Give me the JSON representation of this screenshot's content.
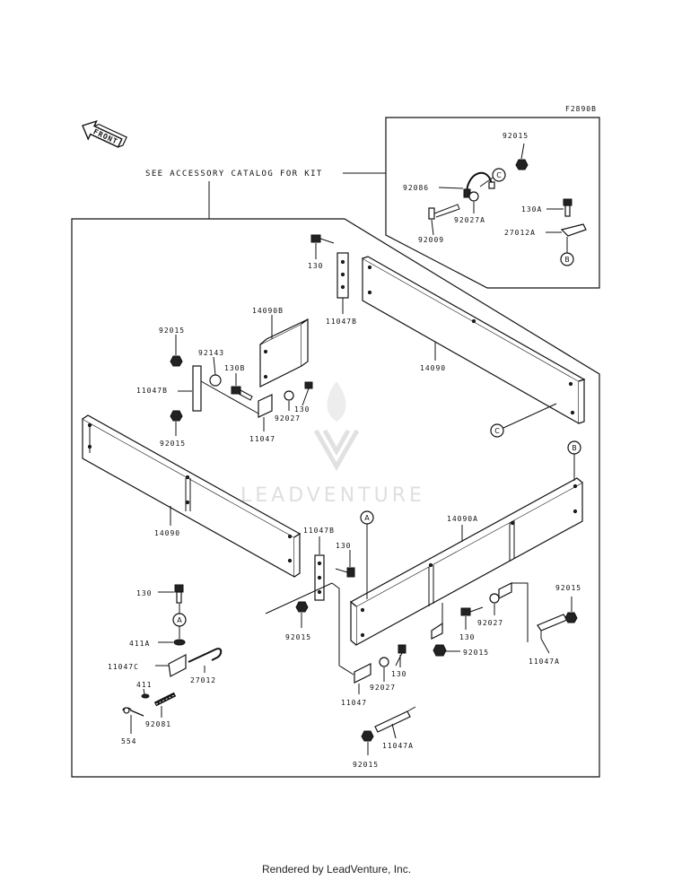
{
  "diagram": {
    "figure_code": "F2890B",
    "front_label": "FRONT",
    "note": "SEE ACCESSORY CATALOG FOR KIT",
    "watermark": "LEADVENTURE",
    "footer": "Rendered by LeadVenture, Inc.",
    "refs": {
      "a": "A",
      "b": "B",
      "c": "C"
    },
    "labels": {
      "p92015_inset": "92015",
      "p92086": "92086",
      "p92027A": "92027A",
      "p92009": "92009",
      "p130A": "130A",
      "p27012A": "27012A",
      "p130_top": "130",
      "p11047B_top": "11047B",
      "p14090": "14090",
      "p14090B": "14090B",
      "p92015_a": "92015",
      "p92143": "92143",
      "p130B": "130B",
      "p11047B_left": "11047B",
      "p130_mid": "130",
      "p92027_mid": "92027",
      "p92015_b": "92015",
      "p11047_mid": "11047",
      "p14090_left": "14090",
      "p11047B_center": "11047B",
      "p130_center": "130",
      "p92015_c": "92015",
      "p14090A": "14090A",
      "p92015_right": "92015",
      "p92027_right": "92027",
      "p130_right": "130",
      "p92015_d": "92015",
      "p11047A_right": "11047A",
      "p130_lower": "130",
      "p92027_lower": "92027",
      "p11047_lower": "11047",
      "p11047A_lower": "11047A",
      "p92015_e": "92015",
      "p130_left": "130",
      "p411A": "411A",
      "p11047C": "11047C",
      "p27012": "27012",
      "p411": "411",
      "p92081": "92081",
      "p554": "554"
    }
  }
}
